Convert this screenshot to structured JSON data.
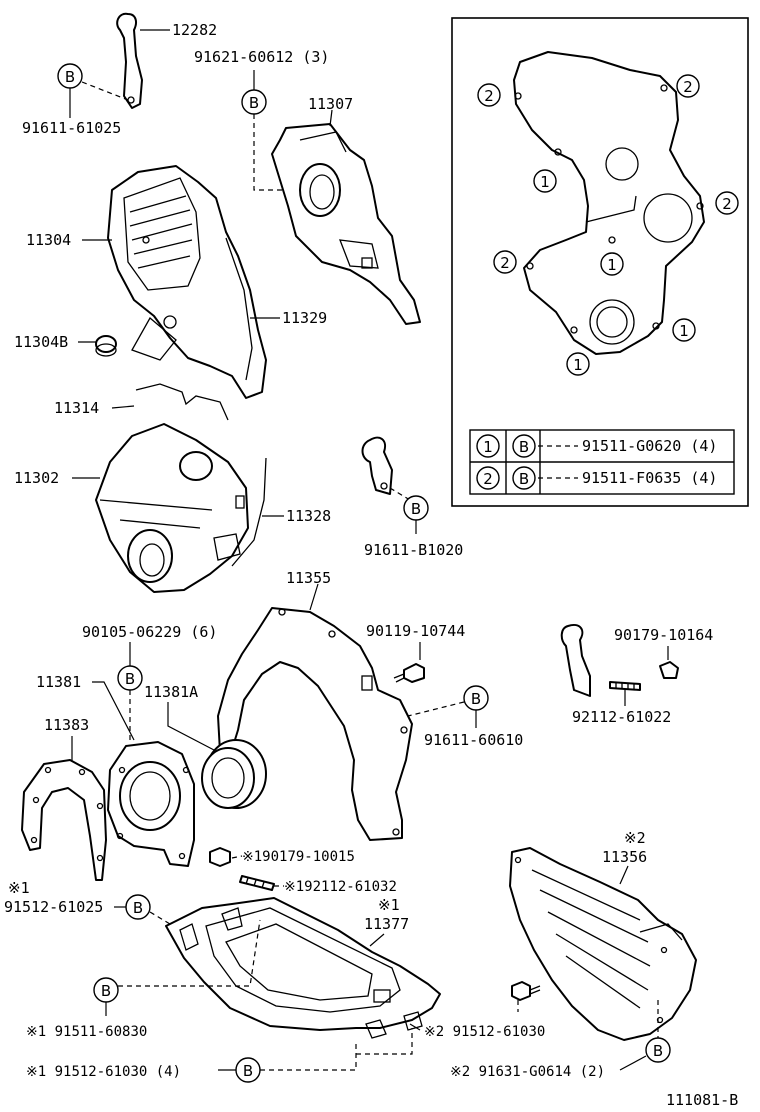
{
  "parts": {
    "p12282": "12282",
    "p91621_60612": "91621-60612 (3)",
    "p91611_61025": "91611-61025",
    "p11307": "11307",
    "p11304": "11304",
    "p11329": "11329",
    "p11304B": "11304B",
    "p11314": "11314",
    "p11302": "11302",
    "p11328": "11328",
    "p91611_B1020": "91611-B1020",
    "p11355": "11355",
    "p90119_10744": "90119-10744",
    "p90179_10164": "90179-10164",
    "p90105_06229": "90105-06229 (6)",
    "p11381": "11381",
    "p11381A": "11381A",
    "p11383": "11383",
    "p91611_60610": "91611-60610",
    "p92112_61022": "92112-61022",
    "p90179_10015": "※190179-10015",
    "p92112_61032": "※192112-61032",
    "note1_a": "※1",
    "p91512_61025": "91512-61025",
    "note1_b": "※1",
    "p11377": "11377",
    "note2_a": "※2",
    "p11356": "11356",
    "p91511_60830": "※1 91511-60830",
    "p91512_61030_a": "※2 91512-61030",
    "p91512_61030_b": "※1 91512-61030 (4)",
    "p91631_G0614": "※2 91631-G0614 (2)"
  },
  "marker_b": "B",
  "inset": {
    "callouts": [
      "2",
      "2",
      "1",
      "2",
      "2",
      "1",
      "1",
      "1"
    ],
    "table": [
      {
        "num": "1",
        "mark": "B",
        "part": "91511-G0620 (4)"
      },
      {
        "num": "2",
        "mark": "B",
        "part": "91511-F0635 (4)"
      }
    ]
  },
  "diagram_id": "111081-B"
}
